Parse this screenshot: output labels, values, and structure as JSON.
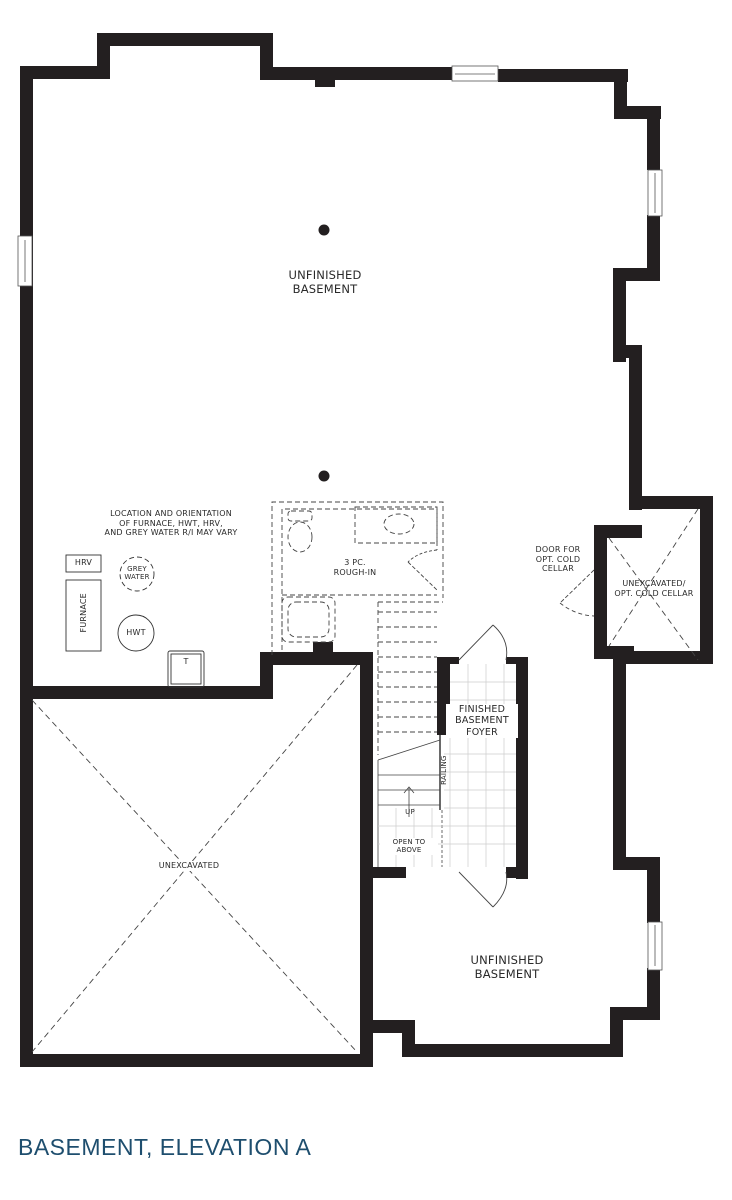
{
  "plan": {
    "title": "BASEMENT, ELEVATION A",
    "colors": {
      "wall": "#231f20",
      "title": "#1e4e6e",
      "label": "#2a2a2a"
    },
    "labels": {
      "unfinished_basement_top": "UNFINISHED\nBASEMENT",
      "mechanical_note": "LOCATION AND ORIENTATION\nOF FURNACE, HWT, HRV,\nAND GREY WATER R/I MAY VARY",
      "hrv": "HRV",
      "grey_water": "GREY\nWATER",
      "furnace": "FURNACE",
      "hwt": "HWT",
      "tub_sink": "T",
      "rough_in": "3 PC.\nROUGH-IN",
      "door_cold_cellar": "DOOR FOR\nOPT. COLD\nCELLAR",
      "cold_cellar": "UNEXCAVATED/\nOPT. COLD CELLAR",
      "foyer": "FINISHED\nBASEMENT\nFOYER",
      "railing": "RAILING",
      "up": "UP",
      "open_to_above": "OPEN TO\nABOVE",
      "unexcavated": "UNEXCAVATED",
      "unfinished_basement_bottom": "UNFINISHED\nBASEMENT"
    }
  }
}
